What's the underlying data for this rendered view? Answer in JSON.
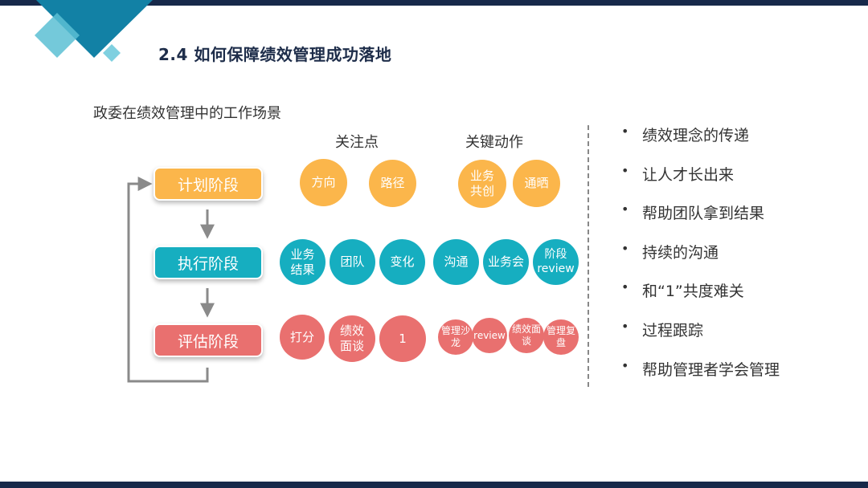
{
  "title": "2.4 如何保障绩效管理成功落地",
  "subtitle": "政委在绩效管理中的工作场景",
  "columns": {
    "focus": "关注点",
    "actions": "关键动作"
  },
  "stages": [
    {
      "label": "计划阶段",
      "color": "#fbb64b"
    },
    {
      "label": "执行阶段",
      "color": "#16aec0"
    },
    {
      "label": "评估阶段",
      "color": "#e9706f"
    }
  ],
  "plan": {
    "focus": [
      "方向",
      "路径"
    ],
    "actions": [
      "业务共创",
      "通晒"
    ]
  },
  "execute": {
    "focus": [
      "业务结果",
      "团队",
      "变化"
    ],
    "actions": [
      "沟通",
      "业务会",
      "阶段review"
    ]
  },
  "evaluate": {
    "focus": [
      "打分",
      "绩效面谈",
      "1"
    ],
    "actions": [
      "管理沙龙",
      "review",
      "绩效面谈",
      "管理复盘"
    ]
  },
  "bullets": [
    "绩效理念的传递",
    "让人才长出来",
    "帮助团队拿到结果",
    "持续的沟通",
    "和“1”共度难关",
    "过程跟踪",
    "帮助管理者学会管理"
  ],
  "bullet_symbol": "•",
  "colors": {
    "navy": "#17294a",
    "yellow": "#fbb64b",
    "teal": "#16aec0",
    "red": "#e9706f"
  }
}
